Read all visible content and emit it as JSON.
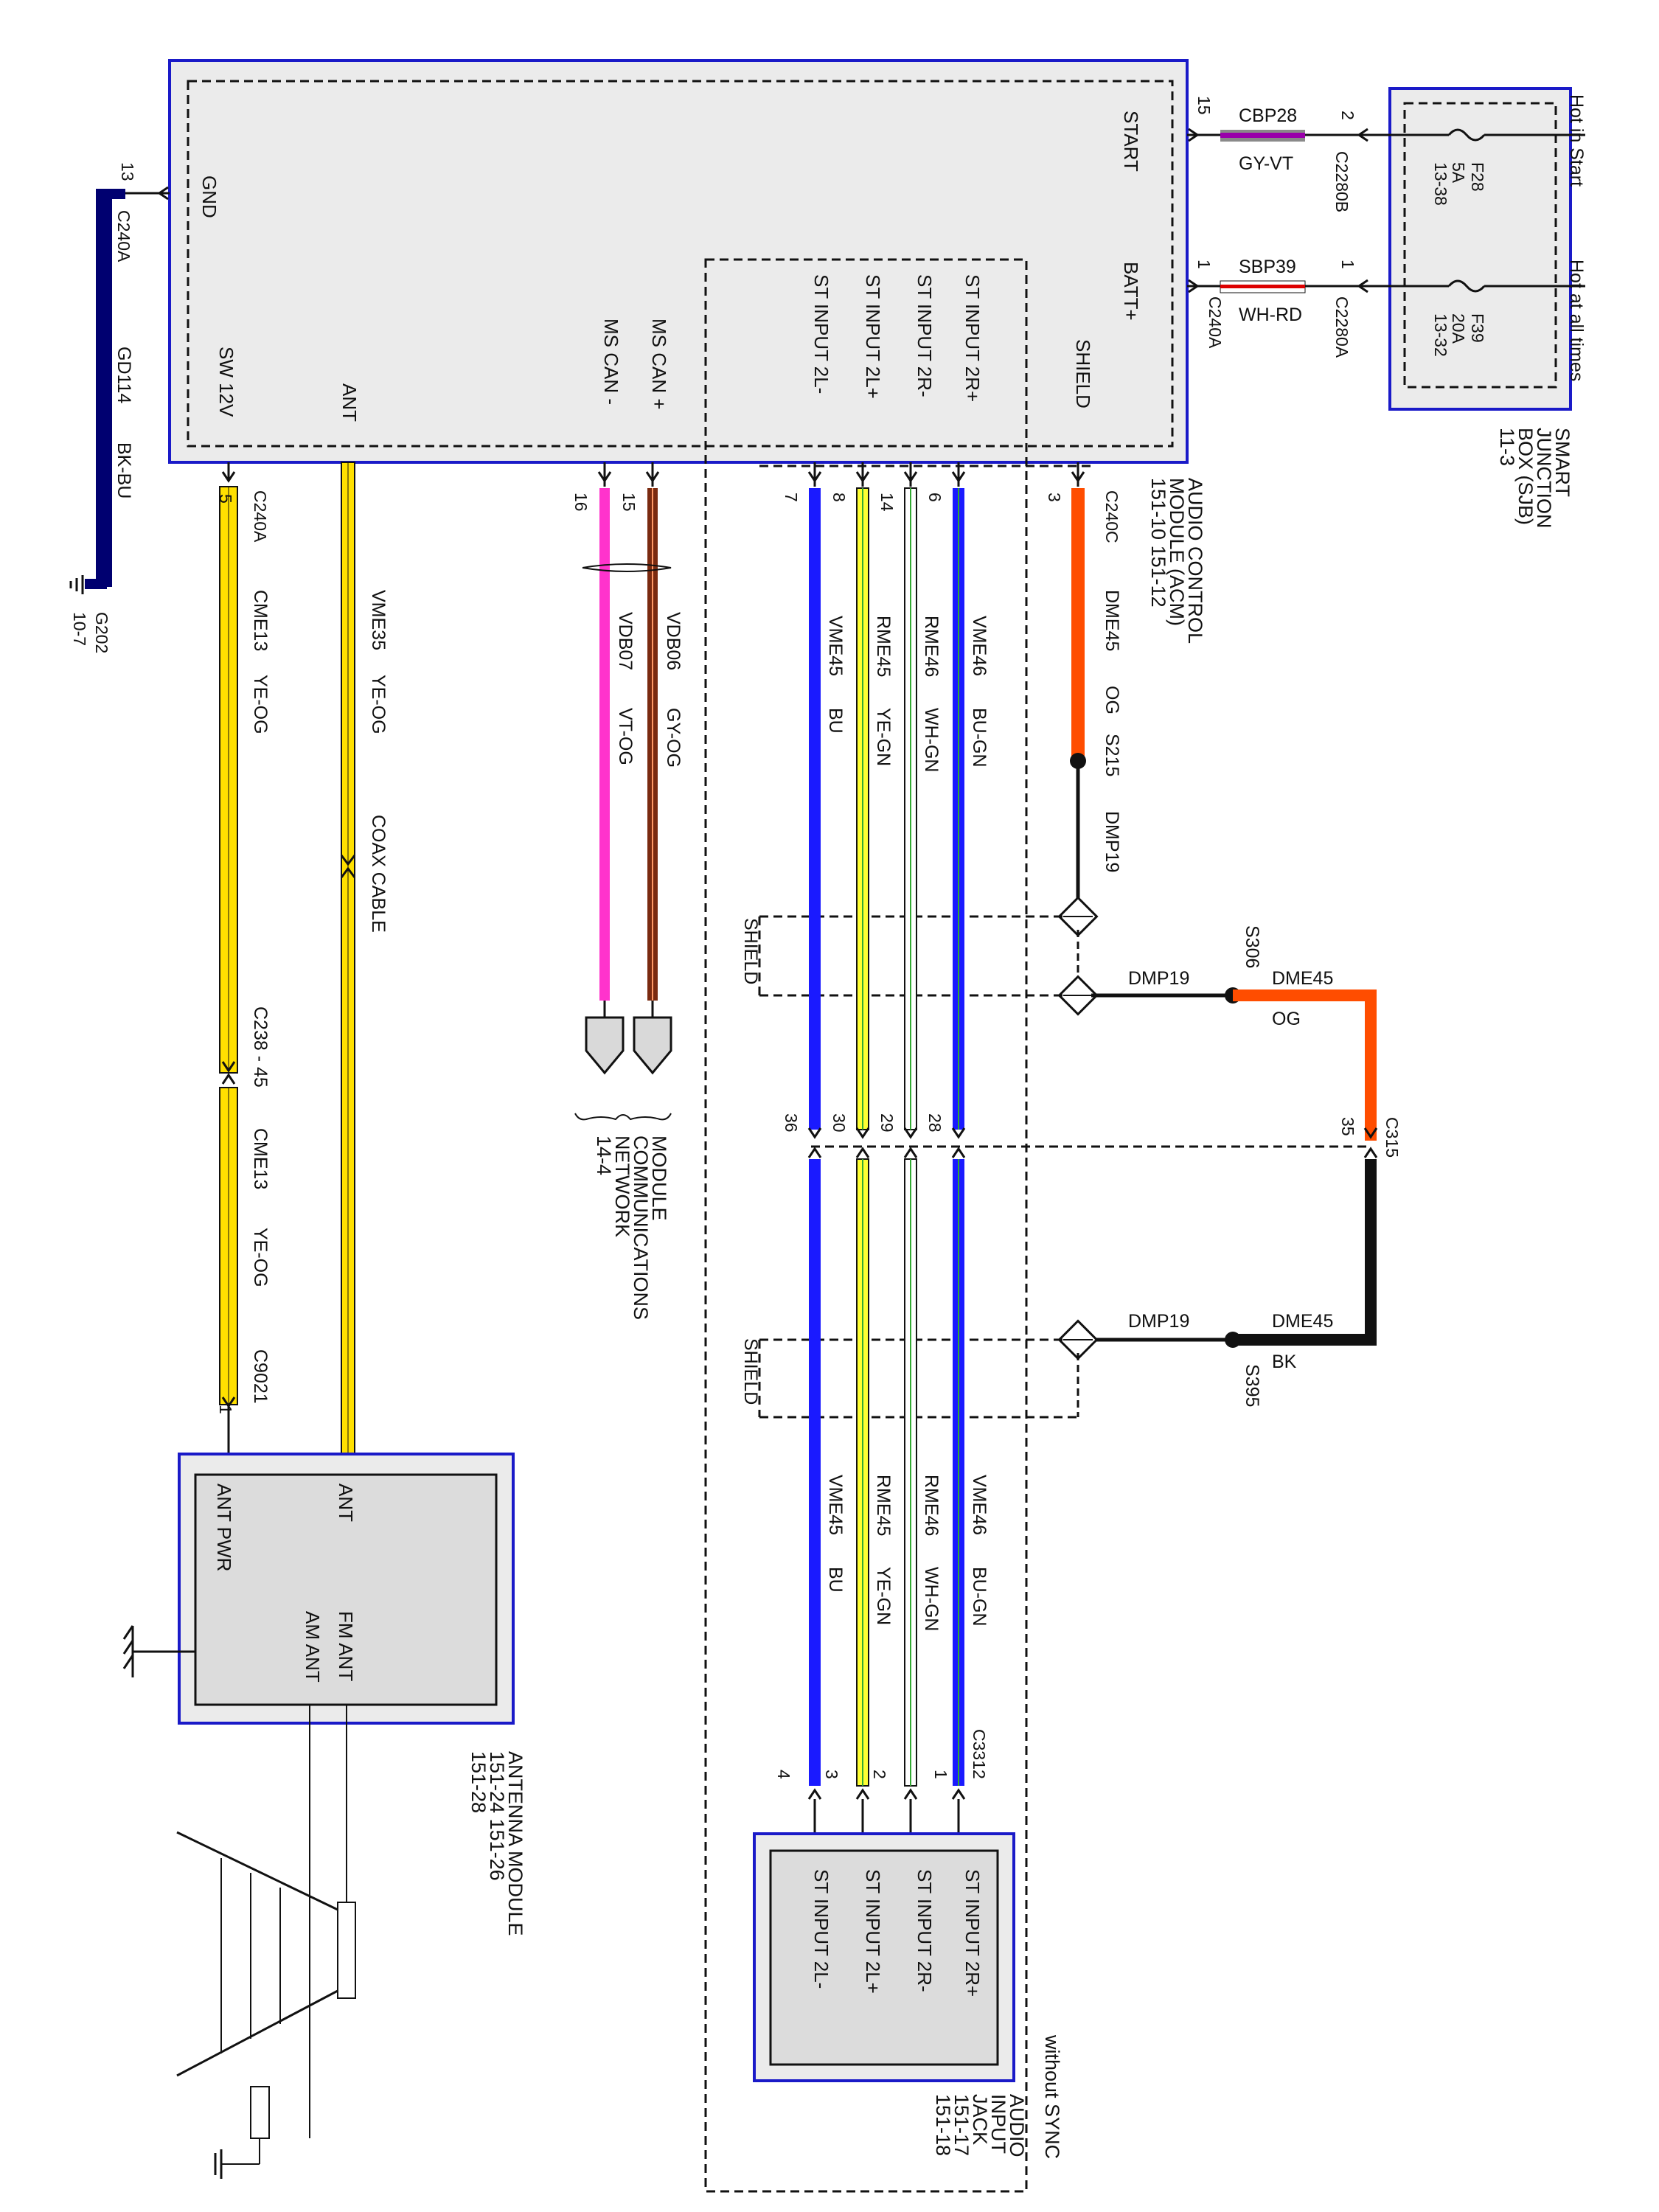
{
  "smart_junction_box": {
    "title": [
      "SMART",
      "JUNCTION",
      "BOX (SJB)",
      "11-3"
    ],
    "hot_in_start": "Hot in Start",
    "hot_at_all_times": "Hot at all times",
    "fuse_f28": {
      "name": "F28",
      "rating": "5A",
      "ref": "13-38"
    },
    "fuse_f39": {
      "name": "F39",
      "rating": "20A",
      "ref": "13-32"
    },
    "conn_c2280b": "C2280B",
    "conn_c2280a": "C2280A",
    "pin_2": "2",
    "pin_1": "1"
  },
  "acm": {
    "title": [
      "AUDIO CONTROL",
      "MODULE (ACM)",
      "151-10    151-12"
    ],
    "start": "START",
    "batt": "BATT+",
    "shield": "SHIELD",
    "st_2r_plus": "ST INPUT 2R+",
    "st_2r_minus": "ST INPUT 2R-",
    "st_2l_plus": "ST INPUT 2L+",
    "st_2l_minus": "ST INPUT 2L-",
    "ms_can_plus": "MS CAN +",
    "ms_can_minus": "MS CAN -",
    "ant": "ANT",
    "sw12v": "SW 12V",
    "gnd": "GND"
  },
  "wires": {
    "cbp28": "CBP28",
    "gy_vt": "GY-VT",
    "pin_15": "15",
    "sbp39": "SBP39",
    "wh_rd": "WH-RD",
    "pin_1b": "1",
    "c240a_batt": "C240A",
    "gd114": "GD114",
    "bk_bu": "BK-BU",
    "c240a_gnd": "C240A",
    "pin_13": "13",
    "g202": "G202",
    "g202_ref": "10-7",
    "c240a_sw": "C240A",
    "pin_5": "5",
    "cme13": "CME13",
    "ye_og": "YE-OG",
    "c238": "C238 - 45",
    "cme13_b": "CME13",
    "ye_og_b": "YE-OG",
    "c9021": "C9021",
    "pin_1c": "1",
    "vme35": "VME35",
    "ye_og_c": "YE-OG",
    "coax": "COAX CABLE",
    "pin_16": "16",
    "pin_15b": "15",
    "vdb07": "VDB07",
    "vt_og": "VT-OG",
    "vdb06": "VDB06",
    "gy_og": "GY-OG",
    "pin_7": "7",
    "pin_8": "8",
    "pin_14": "14",
    "pin_6": "6",
    "pin_3": "3",
    "c240c": "C240C",
    "vme45": "VME45",
    "bu": "BU",
    "rme45": "RME45",
    "ye_gn": "YE-GN",
    "rme46": "RME46",
    "wh_gn": "WH-GN",
    "vme46": "VME46",
    "bu_gn": "BU-GN",
    "dme45": "DME45",
    "og": "OG",
    "s215": "S215",
    "dmp19": "DMP19",
    "shield": "SHIELD",
    "s306": "S306",
    "dmp19_b": "DMP19",
    "dme45_b": "DME45",
    "og_b": "OG",
    "pin_36": "36",
    "pin_30": "30",
    "pin_29": "29",
    "pin_28": "28",
    "pin_35": "35",
    "c315": "C315",
    "dmp19_c": "DMP19",
    "dme45_c": "DME45",
    "bk": "BK",
    "s395": "S395",
    "shield_b": "SHIELD",
    "vme45_b": "VME45",
    "bu_b": "BU",
    "rme45_b": "RME45",
    "ye_gn_b": "YE-GN",
    "rme46_b": "RME46",
    "wh_gn_b": "WH-GN",
    "vme46_b": "VME46",
    "bu_gn_b": "BU-GN",
    "c3312": "C3312",
    "pin_4": "4",
    "pin_3b": "3",
    "pin_2b": "2",
    "pin_1d": "1"
  },
  "mcn": {
    "title": [
      "MODULE",
      "COMMUNICATIONS",
      "NETWORK",
      "14-4"
    ]
  },
  "antenna_module": {
    "title": [
      "ANTENNA MODULE",
      "151-24   151-26",
      "151-28"
    ],
    "ant_pwr": "ANT PWR",
    "ant": "ANT",
    "fm_ant": "FM ANT",
    "am_ant": "AM ANT"
  },
  "audio_input_jack": {
    "title": [
      "AUDIO",
      "INPUT",
      "JACK",
      "151-17",
      "151-18"
    ],
    "without_sync": "without SYNC",
    "st_2r_plus": "ST INPUT 2R+",
    "st_2r_minus": "ST INPUT 2R-",
    "st_2l_plus": "ST INPUT 2L+",
    "st_2l_minus": "ST INPUT 2L-"
  },
  "colors": {
    "module_border": "#1a1ac8",
    "module_fill": "#ebebeb",
    "blue": "#1a1aff",
    "yellow": "#ffe000",
    "orange": "#ff4d00",
    "magenta": "#ff33cc",
    "brown": "#7a2a10",
    "navy": "#000070"
  }
}
